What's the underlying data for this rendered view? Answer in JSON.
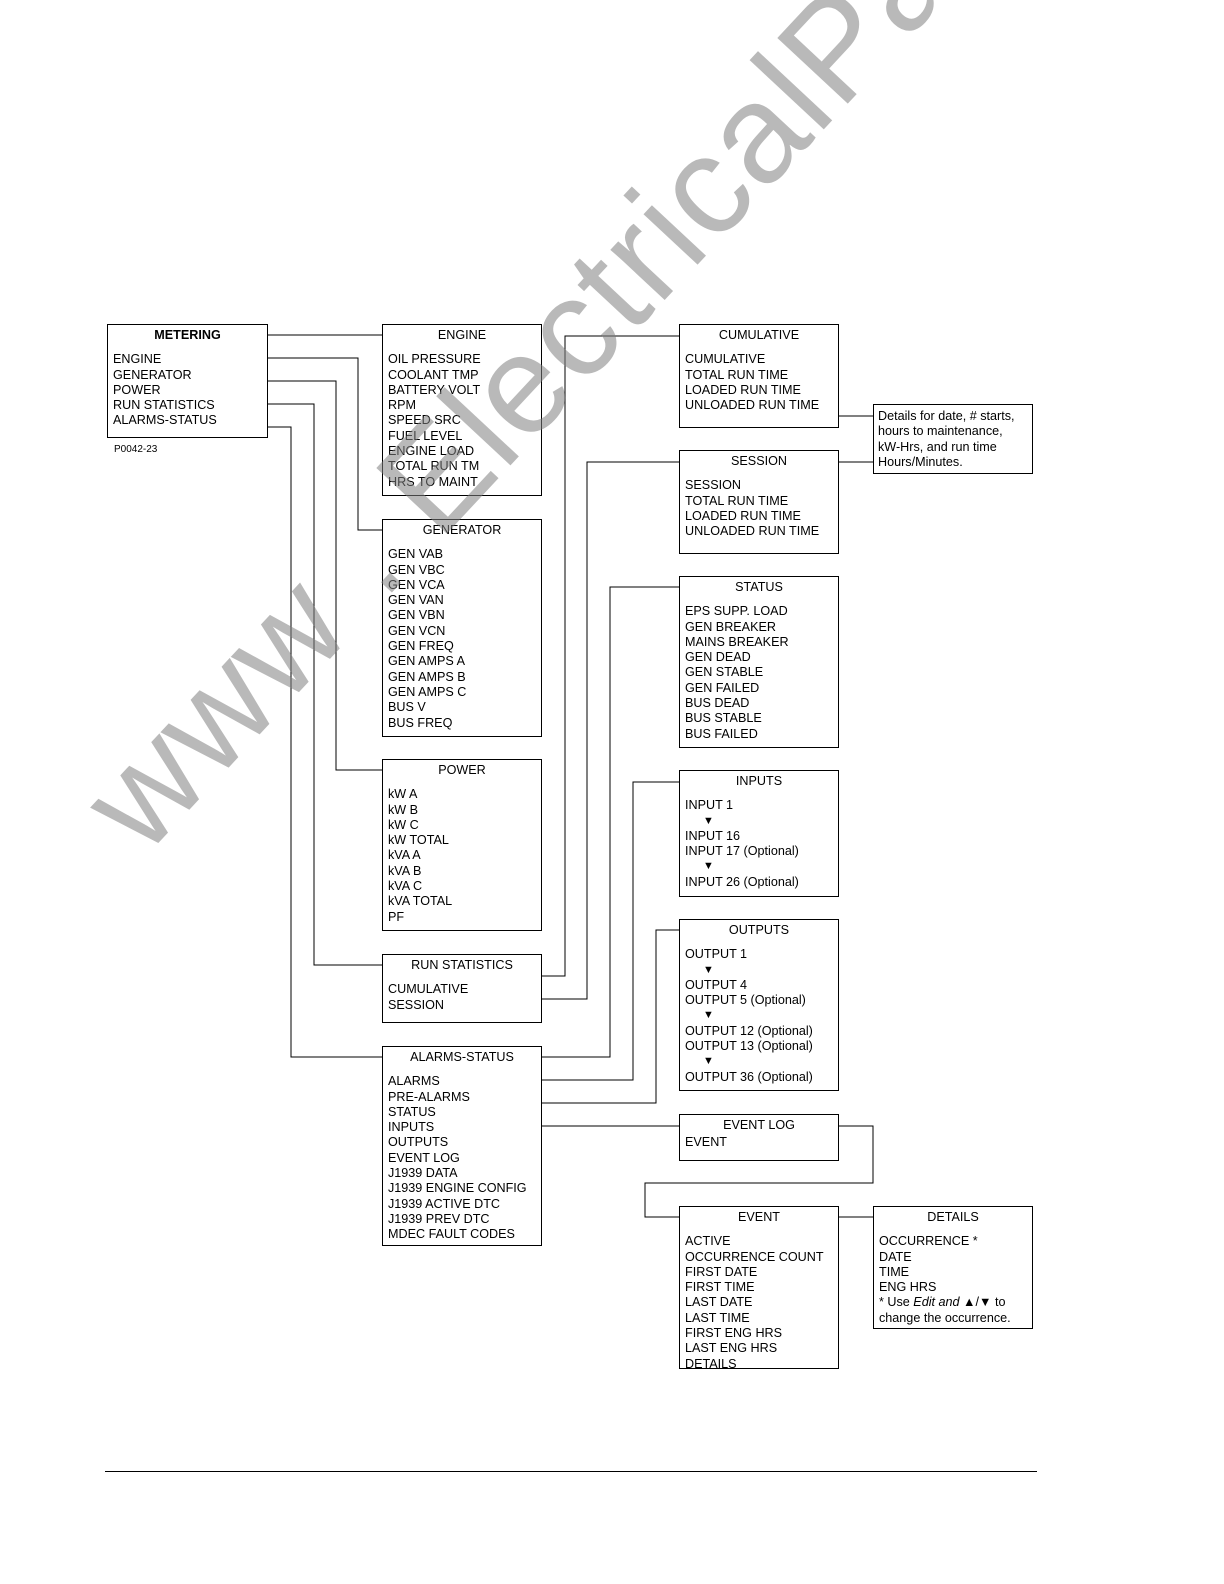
{
  "watermark": "www . ElectricalPartManuals . com",
  "figure_code": "P0042-23",
  "metering": {
    "title": "METERING",
    "items": [
      "ENGINE",
      "GENERATOR",
      "POWER",
      "RUN STATISTICS",
      "ALARMS-STATUS"
    ]
  },
  "engine": {
    "title": "ENGINE",
    "items": [
      "OIL PRESSURE",
      "COOLANT TMP",
      "BATTERY VOLT",
      "RPM",
      "SPEED SRC",
      "FUEL LEVEL",
      "ENGINE LOAD",
      "TOTAL RUN TM",
      "HRS TO MAINT"
    ]
  },
  "generator": {
    "title": "GENERATOR",
    "items": [
      "GEN VAB",
      "GEN VBC",
      "GEN VCA",
      "GEN VAN",
      "GEN VBN",
      "GEN VCN",
      "GEN FREQ",
      "GEN AMPS A",
      "GEN AMPS B",
      "GEN AMPS C",
      "BUS V",
      "BUS FREQ"
    ]
  },
  "power": {
    "title": "POWER",
    "items": [
      "kW A",
      "kW B",
      "kW C",
      "kW TOTAL",
      "kVA A",
      "kVA B",
      "kVA C",
      "kVA TOTAL",
      "PF"
    ]
  },
  "run_statistics": {
    "title": "RUN STATISTICS",
    "items": [
      "CUMULATIVE",
      "SESSION"
    ]
  },
  "alarms_status": {
    "title": "ALARMS-STATUS",
    "items": [
      "ALARMS",
      "PRE-ALARMS",
      "STATUS",
      "INPUTS",
      "OUTPUTS",
      "EVENT LOG",
      "J1939 DATA",
      "J1939 ENGINE CONFIG",
      "J1939 ACTIVE DTC",
      "J1939 PREV DTC",
      "MDEC FAULT CODES"
    ]
  },
  "cumulative": {
    "title": "CUMULATIVE",
    "items": [
      "CUMULATIVE",
      "TOTAL RUN TIME",
      "LOADED RUN TIME",
      "UNLOADED RUN TIME"
    ]
  },
  "session": {
    "title": "SESSION",
    "items": [
      "SESSION",
      "TOTAL RUN TIME",
      "LOADED RUN TIME",
      "UNLOADED RUN TIME"
    ]
  },
  "run_note": {
    "lines": [
      "Details for date, # starts,",
      "hours to maintenance,",
      "kW-Hrs, and run time",
      "Hours/Minutes."
    ]
  },
  "status": {
    "title": "STATUS",
    "items": [
      "EPS SUPP. LOAD",
      "GEN BREAKER",
      "MAINS BREAKER",
      "GEN DEAD",
      "GEN STABLE",
      "GEN FAILED",
      "BUS DEAD",
      "BUS STABLE",
      "BUS FAILED"
    ]
  },
  "inputs": {
    "title": "INPUTS",
    "items": [
      "INPUT 1",
      "▼",
      "INPUT 16",
      "INPUT 17 (Optional)",
      "▼",
      "INPUT 26 (Optional)"
    ]
  },
  "outputs": {
    "title": "OUTPUTS",
    "items": [
      "OUTPUT 1",
      "▼",
      "OUTPUT 4",
      "OUTPUT 5 (Optional)",
      "▼",
      "OUTPUT 12 (Optional)",
      "OUTPUT 13 (Optional)",
      "▼",
      "OUTPUT 36 (Optional)"
    ]
  },
  "event_log": {
    "title": "EVENT LOG",
    "items": [
      "EVENT"
    ]
  },
  "event": {
    "title": "EVENT",
    "items": [
      "ACTIVE",
      "OCCURRENCE COUNT",
      "FIRST DATE",
      "FIRST TIME",
      "LAST DATE",
      "LAST TIME",
      "FIRST ENG HRS",
      "LAST ENG HRS",
      "DETAILS"
    ]
  },
  "details": {
    "title": "DETAILS",
    "items": [
      "OCCURRENCE *",
      "DATE",
      "TIME",
      "ENG HRS"
    ],
    "note_prefix": "* Use ",
    "note_edit": "Edit",
    "note_and": " and ",
    "note_arrows": "▲/▼",
    "note_suffix": " to",
    "note_line2": "change the occurrence."
  }
}
